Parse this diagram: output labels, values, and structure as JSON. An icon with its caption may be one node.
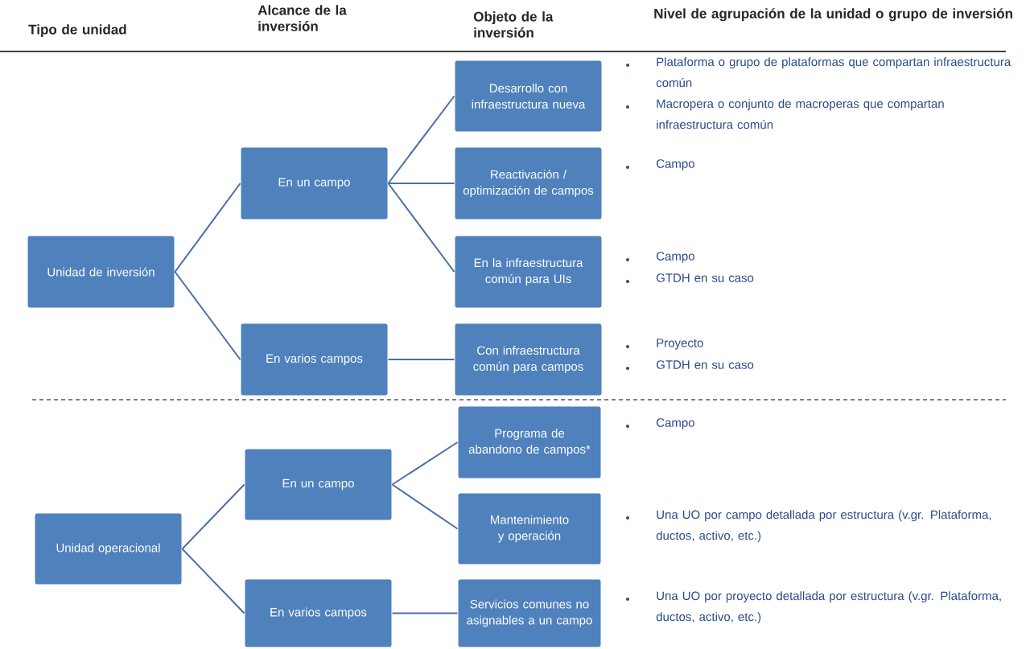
{
  "diagram": {
    "nodes": [
      {
        "text": [
          "Unidad de inversión"
        ]
      },
      {
        "text": [
          "En un campo"
        ]
      },
      {
        "text": [
          "En varios campos"
        ]
      },
      {
        "text": [
          "Desarrollo con infraestructura nueva"
        ]
      },
      {
        "text": [
          "Reactivación / optimización de campos"
        ]
      },
      {
        "text": [
          "En la infraestructura común para UIs"
        ]
      },
      {
        "text": [
          "Con infraestructura común para campos"
        ]
      },
      {
        "text": [
          "Unidad operacional"
        ]
      },
      {
        "text": [
          "En un campo"
        ]
      },
      {
        "text": [
          "En varios campos"
        ]
      },
      {
        "text": [
          "Programa de abandono de campos*"
        ]
      },
      {
        "text": [
          "Mantenimiento y operación"
        ]
      },
      {
        "text": [
          "Servicios comunes no asignables a un campo"
        ]
      }
    ],
    "edges": [
      {
        "from": 0,
        "to": 1,
        "arrow": "none"
      },
      {
        "from": 0,
        "to": 2,
        "arrow": "none"
      },
      {
        "from": 1,
        "to": 3,
        "arrow": "none"
      },
      {
        "from": 1,
        "to": 4,
        "arrow": "none"
      },
      {
        "from": 1,
        "to": 5,
        "arrow": "none"
      },
      {
        "from": 2,
        "to": 6,
        "arrow": "none"
      },
      {
        "from": 7,
        "to": 8,
        "arrow": "none"
      },
      {
        "from": 7,
        "to": 9,
        "arrow": "none"
      },
      {
        "from": 8,
        "to": 10,
        "arrow": "none"
      },
      {
        "from": 8,
        "to": 11,
        "arrow": "none"
      },
      {
        "from": 9,
        "to": 12,
        "arrow": "none"
      }
    ],
    "labels": [
      "Tipo de unidad",
      "Alcance de la inversión",
      "Objeto de la inversión",
      "Nivel de agrupación de la unidad o grupo de inversión",
      "Plataforma o grupo de plataformas que compartan infraestructura común",
      "Macropera o conjunto de macroperas que compartan infraestructura común",
      "Campo",
      "Campo",
      "GTDH en su caso",
      "Proyecto",
      "GTDH en su caso",
      "Campo",
      "Una UO por campo detallada por estructura (v.gr. Plataforma, ductos, activo, etc.)",
      "Una UO por proyecto detallada por estructura (v.gr. Plataforma, ductos, activo, etc.)"
    ]
  }
}
